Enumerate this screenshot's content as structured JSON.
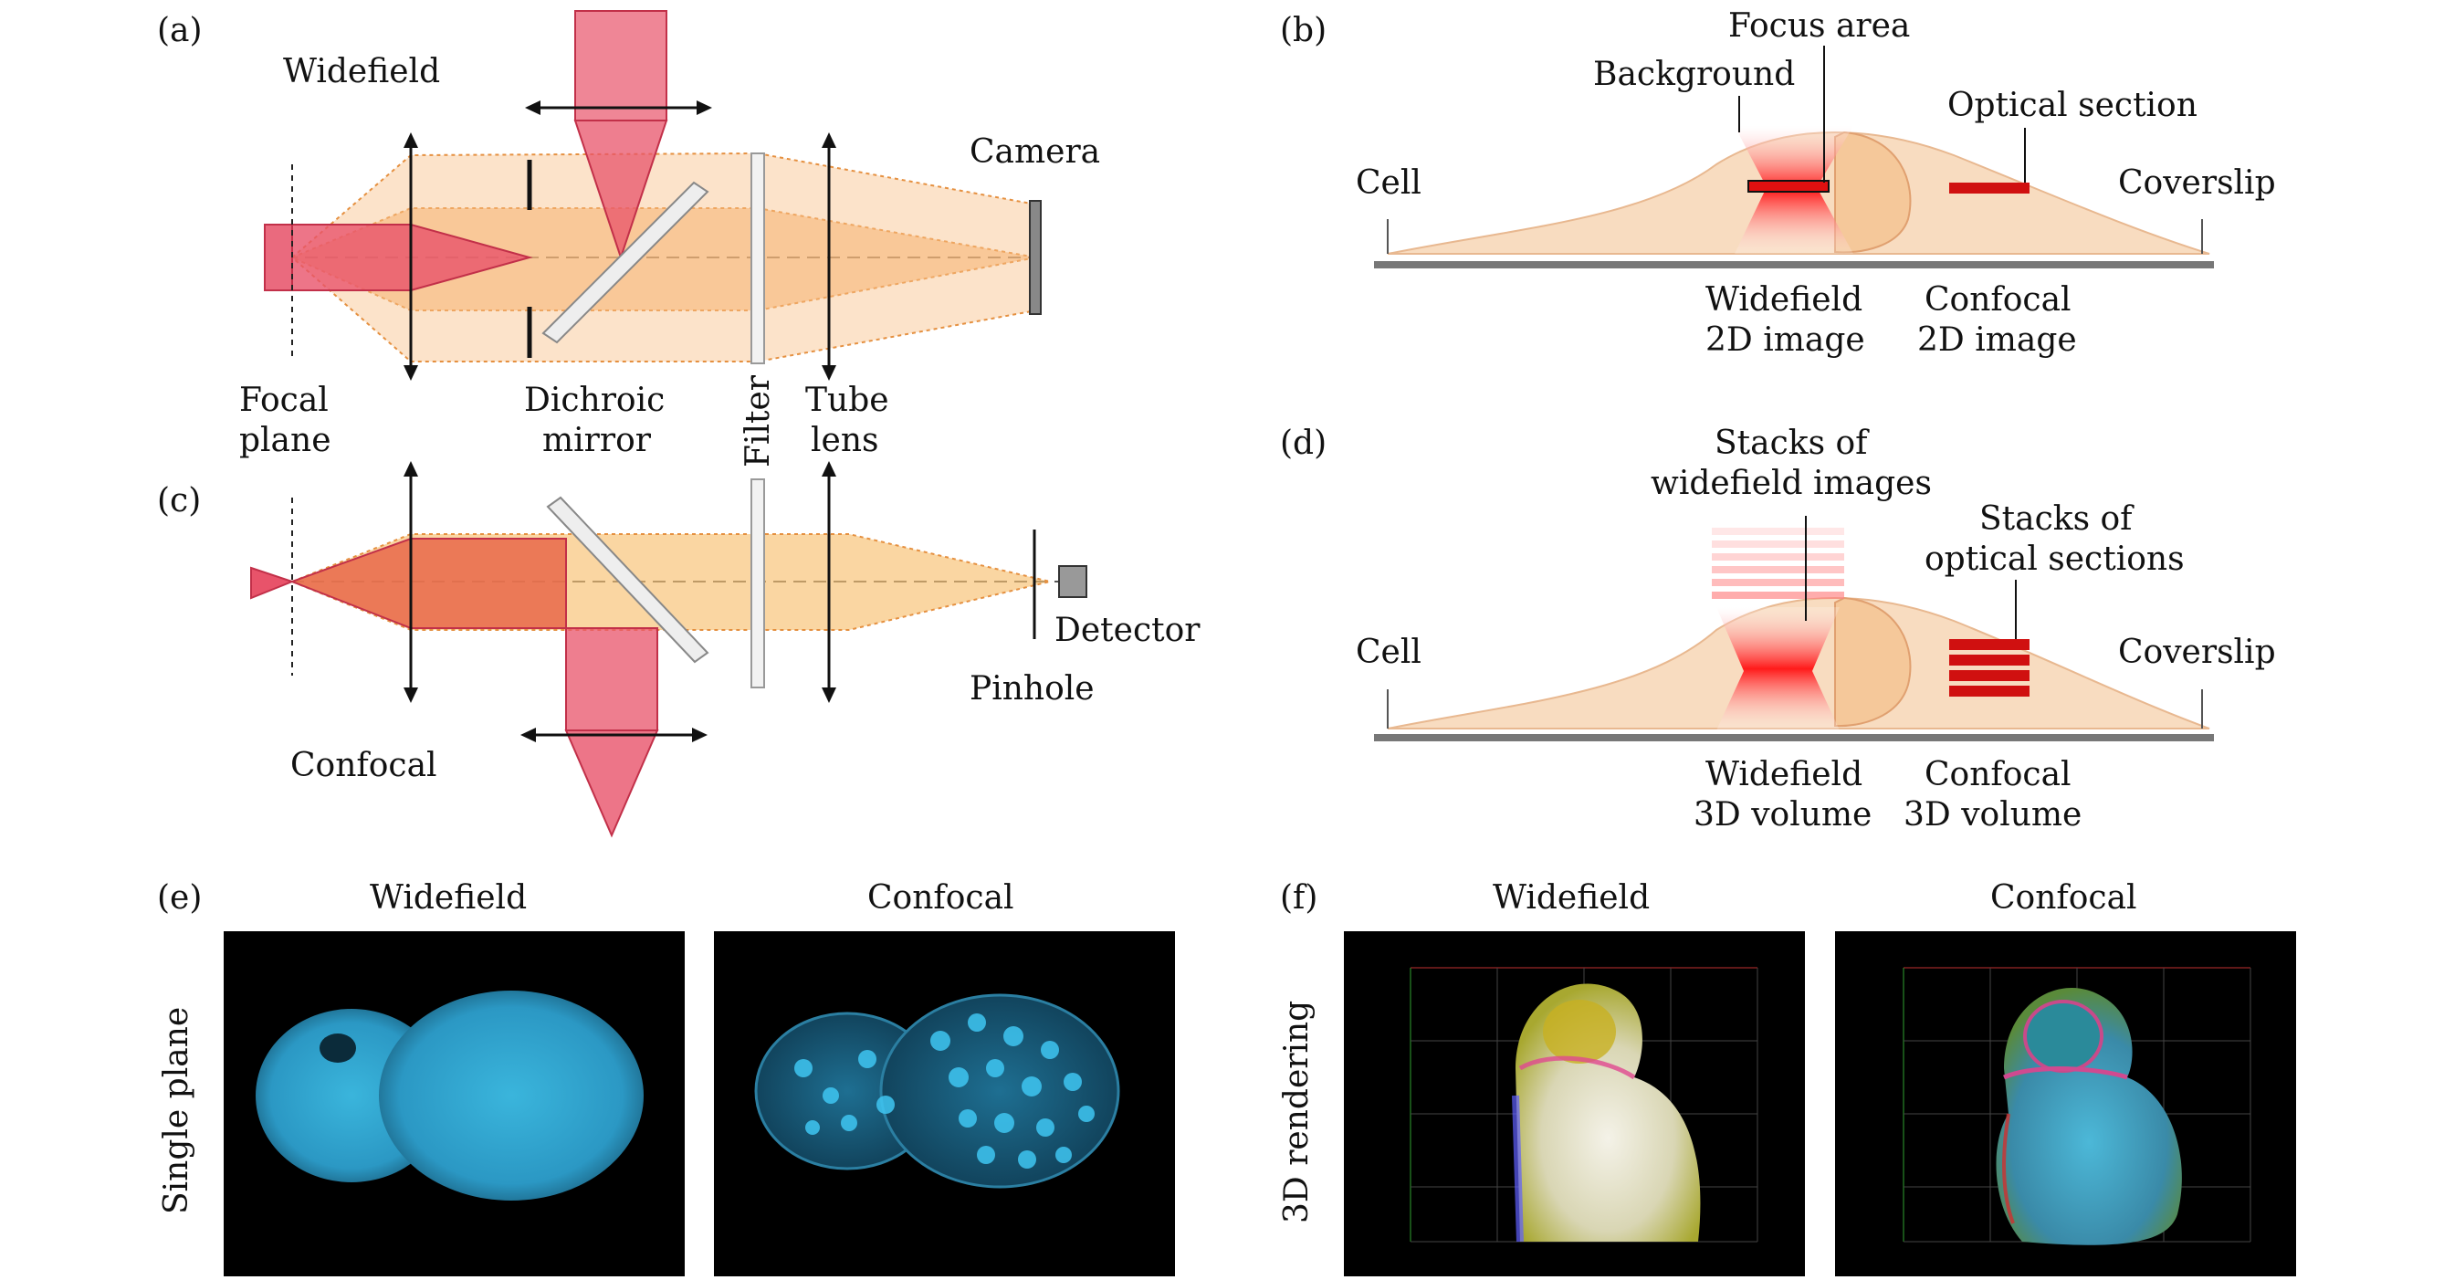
{
  "panels": {
    "a": {
      "label": "(a)",
      "title": "Widefield",
      "camera": "Camera",
      "focal_plane": [
        "Focal",
        "plane"
      ],
      "dichroic": [
        "Dichroic",
        "mirror"
      ],
      "filter": "Filter",
      "tube_lens": [
        "Tube",
        "lens"
      ]
    },
    "b": {
      "label": "(b)",
      "focus_area": "Focus area",
      "background": "Background",
      "optical_section": "Optical section",
      "cell": "Cell",
      "coverslip": "Coverslip",
      "widefield": [
        "Widefield",
        "2D image"
      ],
      "confocal": [
        "Confocal",
        "2D image"
      ]
    },
    "c": {
      "label": "(c)",
      "title": "Confocal",
      "detector": "Detector",
      "pinhole": "Pinhole"
    },
    "d": {
      "label": "(d)",
      "stacks_widefield": [
        "Stacks of",
        "widefield images"
      ],
      "stacks_optical": [
        "Stacks of",
        "optical sections"
      ],
      "cell": "Cell",
      "coverslip": "Coverslip",
      "widefield": [
        "Widefield",
        "3D volume"
      ],
      "confocal": [
        "Confocal",
        "3D volume"
      ]
    },
    "e": {
      "label": "(e)",
      "row_label": "Single plane",
      "left_title": "Widefield",
      "right_title": "Confocal"
    },
    "f": {
      "label": "(f)",
      "row_label": "3D rendering",
      "left_title": "Widefield",
      "right_title": "Confocal"
    }
  },
  "colors": {
    "excitation": "#e8536a",
    "emission": "#f5a65b",
    "focus": "#e01010",
    "cell": "#f8dcc0",
    "nuclei": "#3fc6f2"
  }
}
